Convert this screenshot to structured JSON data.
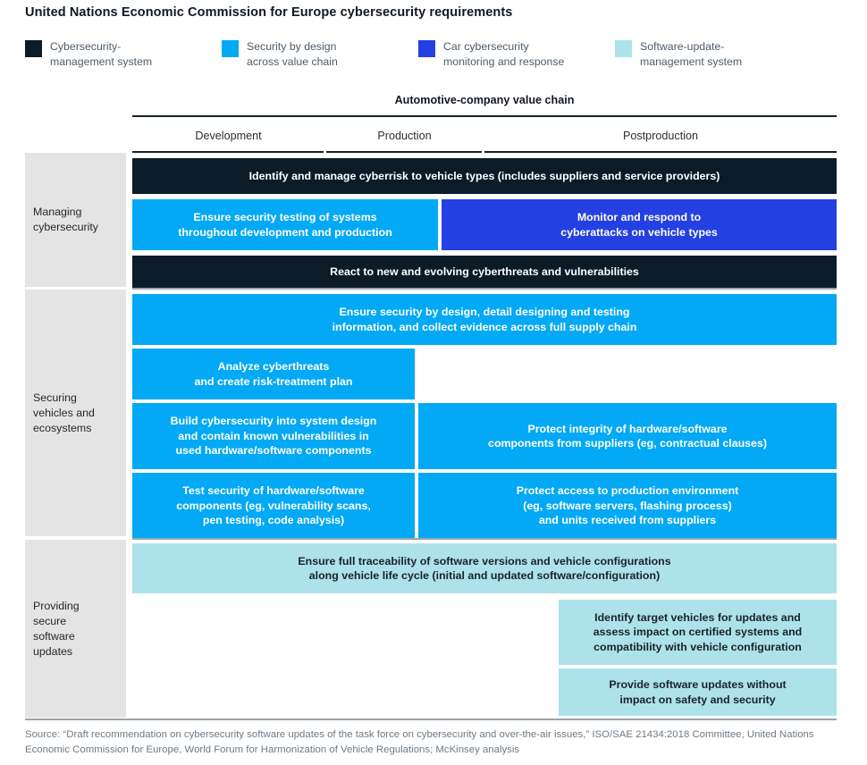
{
  "title": "United Nations Economic Commission for Europe cybersecurity requirements",
  "legend": {
    "items": [
      {
        "label": "Cybersecurity-\nmanagement system",
        "color": "#0b1b28",
        "name": "legend-swatch-cybersecurity-management-system"
      },
      {
        "label": "Security by design\nacross value chain",
        "color": "#03a9f4",
        "name": "legend-swatch-security-by-design"
      },
      {
        "label": "Car cybersecurity\nmonitoring and response",
        "color": "#2440e2",
        "name": "legend-swatch-car-cybersecurity-monitoring"
      },
      {
        "label": "Software-update-\nmanagement system",
        "color": "#ade2ea",
        "name": "legend-swatch-software-update-management-system"
      }
    ]
  },
  "header": {
    "value_chain_title": "Automotive-company value chain",
    "columns": [
      {
        "label": "Development"
      },
      {
        "label": "Production"
      },
      {
        "label": "Postproduction"
      }
    ]
  },
  "rows": [
    {
      "label": "Managing\ncybersecurity",
      "blocks": [
        {
          "text": "Identify and manage cyberrisk to vehicle types (includes suppliers and service providers)",
          "category": "cybersecurity-management-system",
          "color": "#0b1b28",
          "span": "full"
        },
        {
          "text": "Ensure security testing of systems\nthroughout development and production",
          "category": "security-by-design",
          "color": "#03a9f4",
          "span": "development-production"
        },
        {
          "text": "Monitor and respond to\ncyberattacks on vehicle types",
          "category": "car-cybersecurity-monitoring-and-response",
          "color": "#2440e2",
          "span": "postproduction"
        },
        {
          "text": "React to new and evolving cyberthreats and vulnerabilities",
          "category": "cybersecurity-management-system",
          "color": "#0b1b28",
          "span": "full"
        }
      ]
    },
    {
      "label": "Securing\nvehicles and\necosystems",
      "blocks": [
        {
          "text": "Ensure security by design, detail designing and testing\ninformation, and collect evidence across full supply chain",
          "category": "security-by-design",
          "color": "#03a9f4",
          "span": "full"
        },
        {
          "text": "Analyze cyberthreats\nand create risk-treatment plan",
          "category": "security-by-design",
          "color": "#03a9f4",
          "span": "development"
        },
        {
          "text": "Build cybersecurity into system design\nand contain known vulnerabilities in\nused hardware/software components",
          "category": "security-by-design",
          "color": "#03a9f4",
          "span": "development"
        },
        {
          "text": "Protect integrity of hardware/software\ncomponents from suppliers (eg, contractual clauses)",
          "category": "security-by-design",
          "color": "#03a9f4",
          "span": "production-postproduction"
        },
        {
          "text": "Test security of hardware/software\ncomponents (eg, vulnerability scans,\npen testing, code analysis)",
          "category": "security-by-design",
          "color": "#03a9f4",
          "span": "development"
        },
        {
          "text": "Protect access to production environment\n(eg, software servers, flashing process)\nand units received from suppliers",
          "category": "security-by-design",
          "color": "#03a9f4",
          "span": "production-postproduction"
        }
      ]
    },
    {
      "label": "Providing\nsecure\nsoftware\nupdates",
      "blocks": [
        {
          "text": "Ensure full traceability of software versions and vehicle configurations\nalong vehicle life cycle (initial and updated software/configuration)",
          "category": "software-update-management-system",
          "color": "#ade2ea",
          "span": "full"
        },
        {
          "text": "Identify target vehicles for updates and\nassess impact on certified systems and\ncompatibility with vehicle configuration",
          "category": "software-update-management-system",
          "color": "#ade2ea",
          "span": "postproduction"
        },
        {
          "text": "Provide software updates without\nimpact on safety and security",
          "category": "software-update-management-system",
          "color": "#ade2ea",
          "span": "postproduction"
        }
      ]
    }
  ],
  "source": "Source: “Draft recommendation on cybersecurity software updates of the task force on cybersecurity and over-the-air issues,” ISO/SAE 21434:2018 Committee, United Nations Economic Commission for Europe, World Forum for Harmonization of Vehicle Regulations; McKinsey analysis"
}
